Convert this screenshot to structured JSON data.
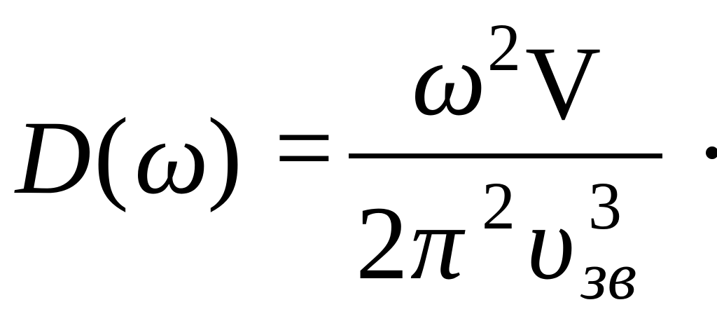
{
  "formula": {
    "lhs": {
      "function": "D",
      "open_paren": "(",
      "argument": "ω",
      "close_paren": ")"
    },
    "equals": "=",
    "numerator": {
      "base": "ω",
      "exponent": "2",
      "factor": "V"
    },
    "denominator": {
      "coefficient": "2",
      "pi": "π",
      "pi_exponent": "2",
      "velocity": "υ",
      "velocity_exponent": "3",
      "velocity_subscript": "зв"
    },
    "trailing": "."
  }
}
